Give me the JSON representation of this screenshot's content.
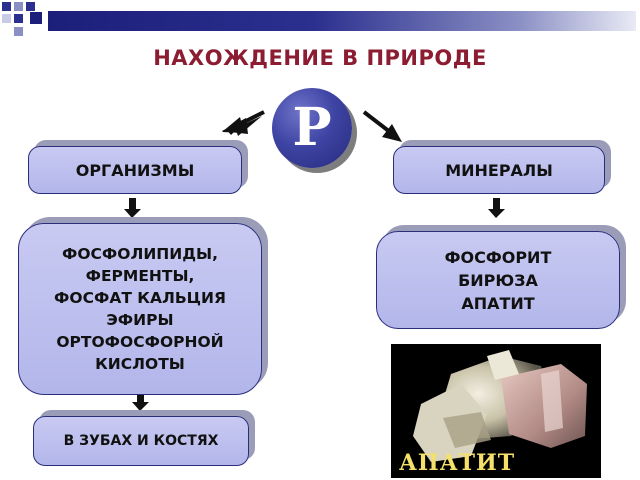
{
  "title": "НАХОЖДЕНИЕ В ПРИРОДЕ",
  "element_symbol": "Р",
  "left_branch": {
    "category": "ОРГАНИЗМЫ",
    "compounds": "ФОСФОЛИПИДЫ,\nФЕРМЕНТЫ,\nФОСФАТ КАЛЬЦИЯ\nЭФИРЫ\nОРТОФОСФОРНОЙ\nКИСЛОТЫ",
    "location": "В ЗУБАХ И КОСТЯХ"
  },
  "right_branch": {
    "category": "МИНЕРАЛЫ",
    "minerals": "ФОСФОРИТ\nБИРЮЗА\nАПАТИТ"
  },
  "photo": {
    "caption": "АПАТИТ"
  },
  "colors": {
    "title": "#8b1c32",
    "box_fill": "#b3b6ea",
    "box_border": "#2a2d7a",
    "circle": "#3e44a3",
    "caption": "#f4e06a"
  }
}
